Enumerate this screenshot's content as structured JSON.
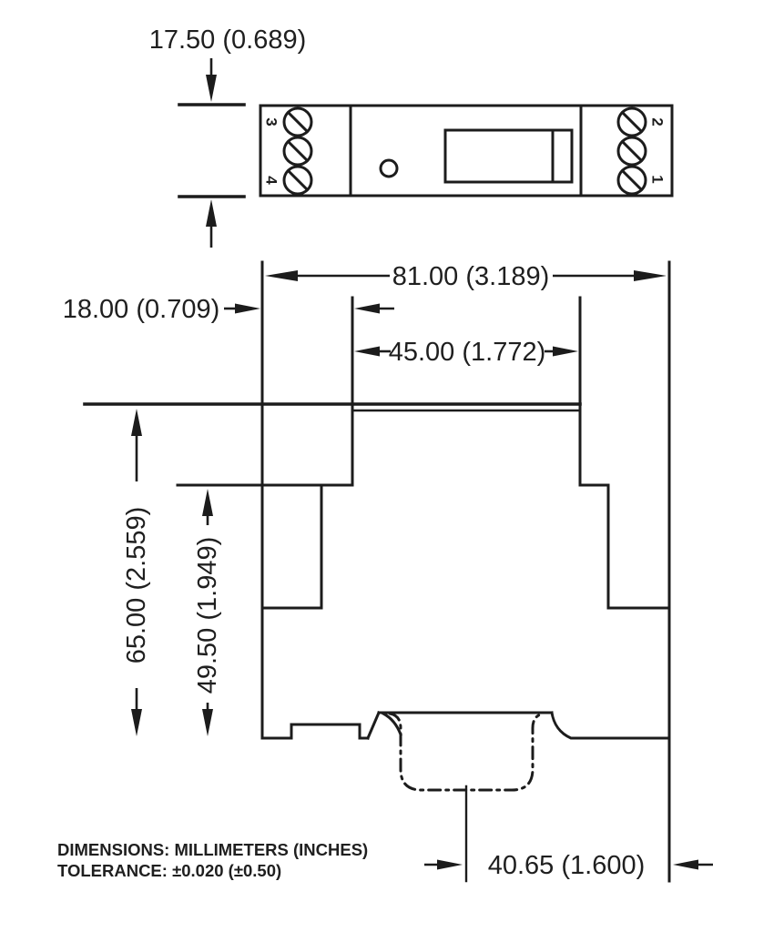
{
  "page": {
    "background": "#ffffff",
    "line_color": "#1c1c1c"
  },
  "top_view": {
    "terminals_left": {
      "top_label": "3",
      "bottom_label": "4"
    },
    "terminals_right": {
      "top_label": "2",
      "bottom_label": "1"
    }
  },
  "dimensions": {
    "module_height": "17.50 (0.689)",
    "overall_length": "81.00 (3.189)",
    "terminal_section": "18.00 (0.709)",
    "center_section": "45.00 (1.772)",
    "overall_depth": "65.00 (2.559)",
    "body_depth": "49.50 (1.949)",
    "rail_center_offset": "40.65 (1.600)"
  },
  "notes": {
    "units": "DIMENSIONS: MILLIMETERS (INCHES)",
    "tolerance": "TOLERANCE: ±0.020 (±0.50)"
  }
}
